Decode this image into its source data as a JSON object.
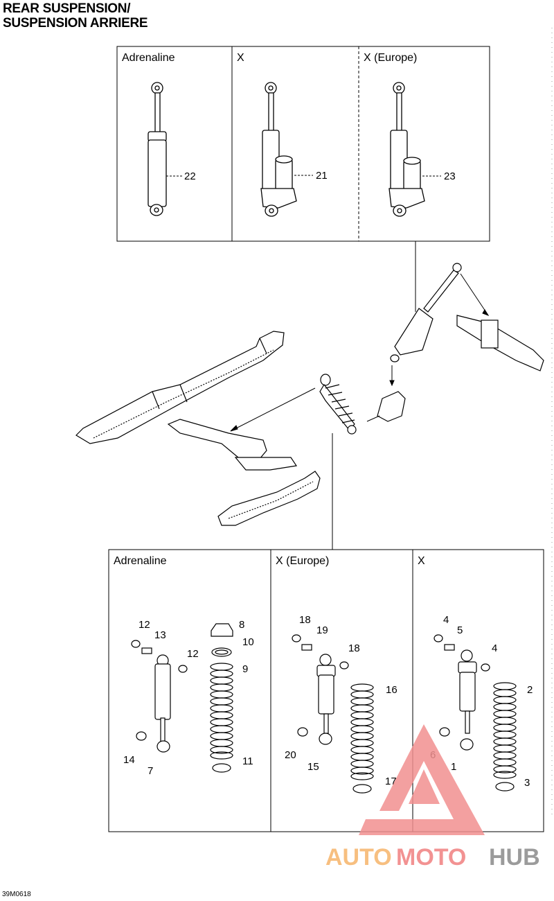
{
  "title": {
    "line1": "REAR SUSPENSION/",
    "line2": "SUSPENSION ARRIERE"
  },
  "document_code": "39M0618",
  "top_panel": {
    "columns": [
      "Adrenaline",
      "X",
      "X (Europe)"
    ],
    "callouts": [
      "22",
      "21",
      "23"
    ]
  },
  "bottom_panel": {
    "columns": [
      "Adrenaline",
      "X (Europe)",
      "X"
    ],
    "adrenaline_callouts": [
      "12",
      "13",
      "12",
      "8",
      "10",
      "9",
      "14",
      "7",
      "11"
    ],
    "x_europe_callouts": [
      "18",
      "19",
      "18",
      "16",
      "20",
      "15",
      "17"
    ],
    "x_callouts": [
      "4",
      "5",
      "4",
      "2",
      "6",
      "1",
      "3"
    ]
  },
  "watermark": {
    "word_a": "AUTO",
    "word_b": "MOTO",
    "word_c": "HUB",
    "color_a": "#f6b46a",
    "color_b": "#f08080",
    "color_c": "#8a8a8a"
  }
}
